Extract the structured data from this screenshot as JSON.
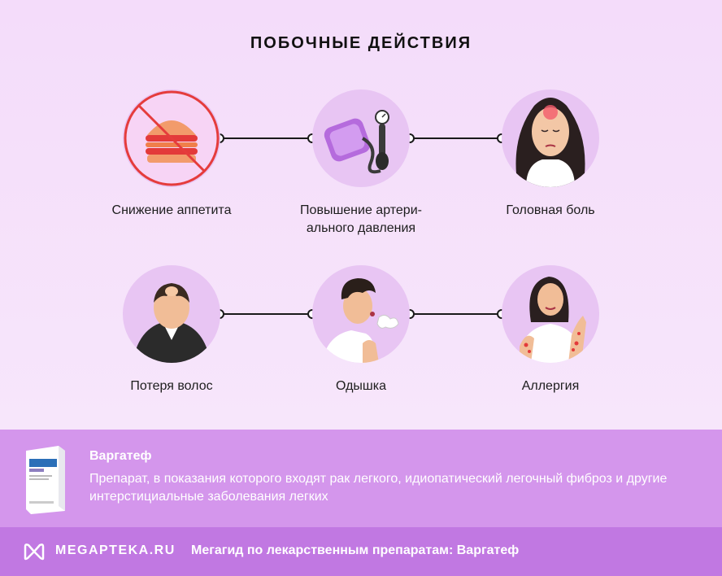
{
  "header": {
    "title": "ПОБОЧНЫЕ ДЕЙСТВИЯ"
  },
  "effects": [
    {
      "label": "Снижение аппетита",
      "icon": "no-burger-icon"
    },
    {
      "label": "Повышение артери-\nального давления",
      "icon": "blood-pressure-monitor-icon"
    },
    {
      "label": "Головная боль",
      "icon": "headache-woman-icon"
    },
    {
      "label": "Потеря волос",
      "icon": "hair-loss-man-icon"
    },
    {
      "label": "Одышка",
      "icon": "shortness-of-breath-man-icon"
    },
    {
      "label": "Аллергия",
      "icon": "allergy-woman-icon"
    }
  ],
  "drug": {
    "name": "Варгатеф",
    "description": "Препарат, в показания которого входят рак легкого, идиопатический легочный фиброз и другие интерстициальные заболевания легких",
    "package_icon": "medicine-box-icon"
  },
  "footer": {
    "brand": "MEGAPTEKA.RU",
    "caption": "Мегагид по лекарственным препаратам: Варгатеф",
    "logo_icon": "megapteka-logo-icon"
  },
  "colors": {
    "background": "#f6e3fb",
    "circle": "#e8c5f3",
    "info_band": "#d496ec",
    "footer_band": "#c178e2"
  }
}
